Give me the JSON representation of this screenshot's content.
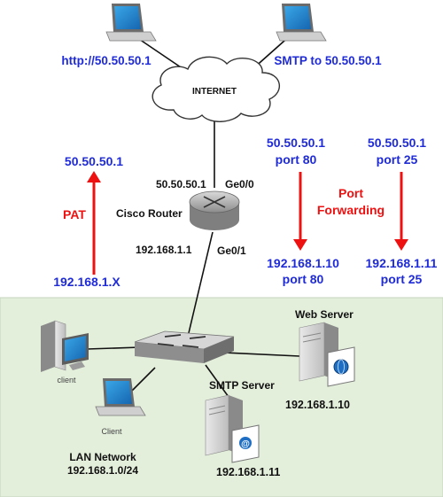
{
  "labels": {
    "laptop1_url": "http://50.50.50.1",
    "laptop2_url": "SMTP to 50.50.50.1",
    "internet": "INTERNET",
    "router_name": "Cisco Router",
    "wan_ip": "50.50.50.1",
    "wan_if": "Ge0/0",
    "lan_ip": "192.168.1.1",
    "lan_if": "Ge0/1",
    "lan_network": "LAN Network",
    "lan_subnet": "192.168.1.0/24",
    "client1": "client",
    "client2": "Client",
    "web_server": "Web Server",
    "web_ip": "192.168.1.10",
    "smtp_server": "SMTP Server",
    "smtp_ip": "192.168.1.11"
  },
  "pat": {
    "top": "50.50.50.1",
    "label": "PAT",
    "bottom": "192.168.1.X"
  },
  "forwarding": {
    "title_line1": "Port",
    "title_line2": "Forwarding",
    "web": {
      "from_ip": "50.50.50.1",
      "from_port": "port 80",
      "to_ip": "192.168.1.10",
      "to_port": "port 80"
    },
    "smtp": {
      "from_ip": "50.50.50.1",
      "from_port": "port 25",
      "to_ip": "192.168.1.11",
      "to_port": "port 25"
    }
  },
  "colors": {
    "blue_text": "#1f2bd6",
    "red_text": "#ee1111",
    "lan_background": "#e3eedb"
  }
}
